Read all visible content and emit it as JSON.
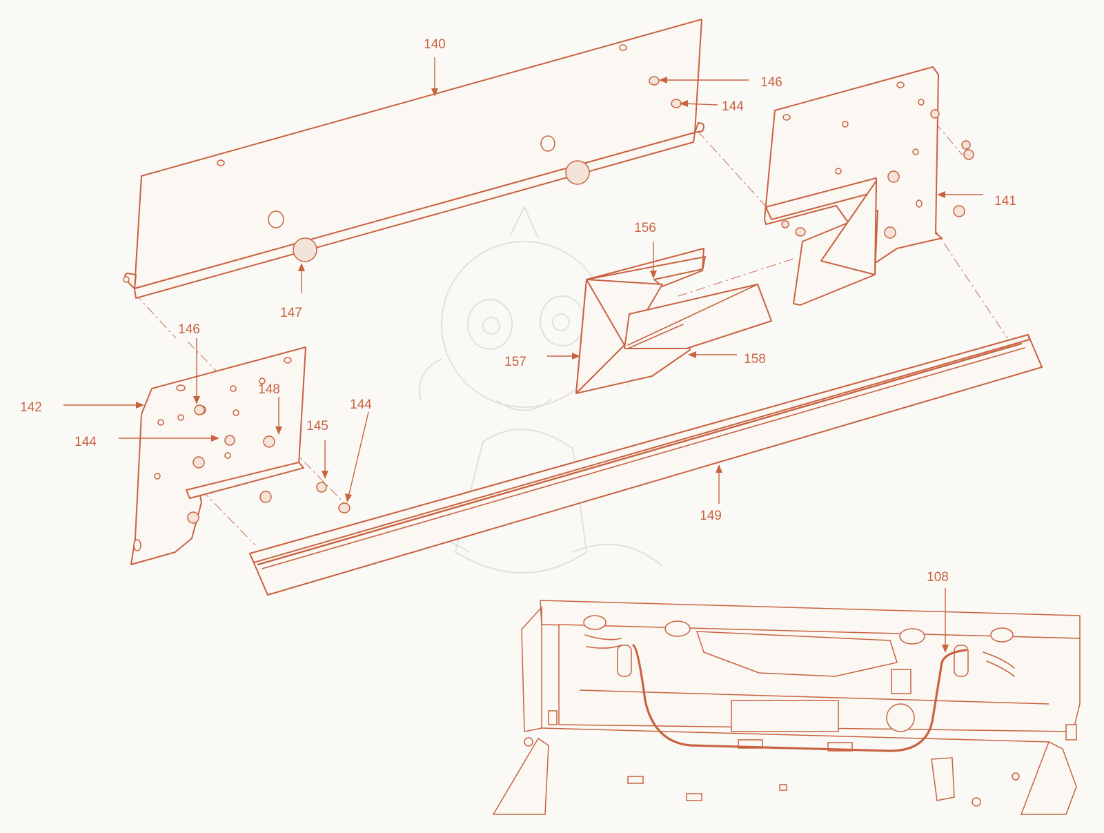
{
  "diagram": {
    "accent_color": "#c8623f",
    "background_color": "#faf9f6",
    "callouts": [
      {
        "id": "c140",
        "label": "140"
      },
      {
        "id": "c146a",
        "label": "146"
      },
      {
        "id": "c144a",
        "label": "144"
      },
      {
        "id": "c141",
        "label": "141"
      },
      {
        "id": "c147",
        "label": "147"
      },
      {
        "id": "c156",
        "label": "156"
      },
      {
        "id": "c157",
        "label": "157"
      },
      {
        "id": "c158",
        "label": "158"
      },
      {
        "id": "c146b",
        "label": "146"
      },
      {
        "id": "c148",
        "label": "148"
      },
      {
        "id": "c142",
        "label": "142"
      },
      {
        "id": "c144b",
        "label": "144"
      },
      {
        "id": "c145",
        "label": "145"
      },
      {
        "id": "c144c",
        "label": "144"
      },
      {
        "id": "c149",
        "label": "149"
      },
      {
        "id": "c108",
        "label": "108"
      }
    ]
  }
}
